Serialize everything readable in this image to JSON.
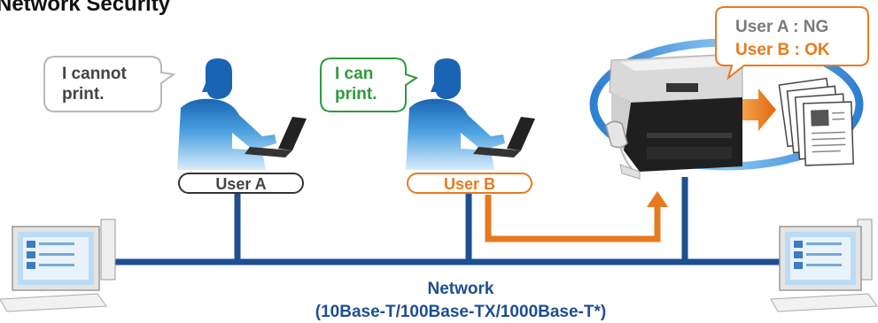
{
  "title": "Network Security",
  "bubbles": {
    "user_a_line1": "I cannot",
    "user_a_line2": "print.",
    "user_b_line1": "I can",
    "user_b_line2": "print.",
    "printer_line1": "User A : NG",
    "printer_line2": "User B : OK"
  },
  "users": {
    "a_label": "User A",
    "b_label": "User B"
  },
  "network": {
    "label": "Network",
    "spec": "(10Base-T/100Base-TX/1000Base-T*)"
  },
  "colors": {
    "network_line": "#1d4f91",
    "orange": "#e87a1e",
    "green": "#2e9b3a",
    "person_blue": "#1e78c8",
    "person_light": "#a8d4f5",
    "label_gray": "#444444"
  },
  "icons": [
    "person-icon",
    "laptop-icon",
    "printer-icon",
    "documents-icon",
    "desktop-computer-icon",
    "arrow-icon"
  ]
}
